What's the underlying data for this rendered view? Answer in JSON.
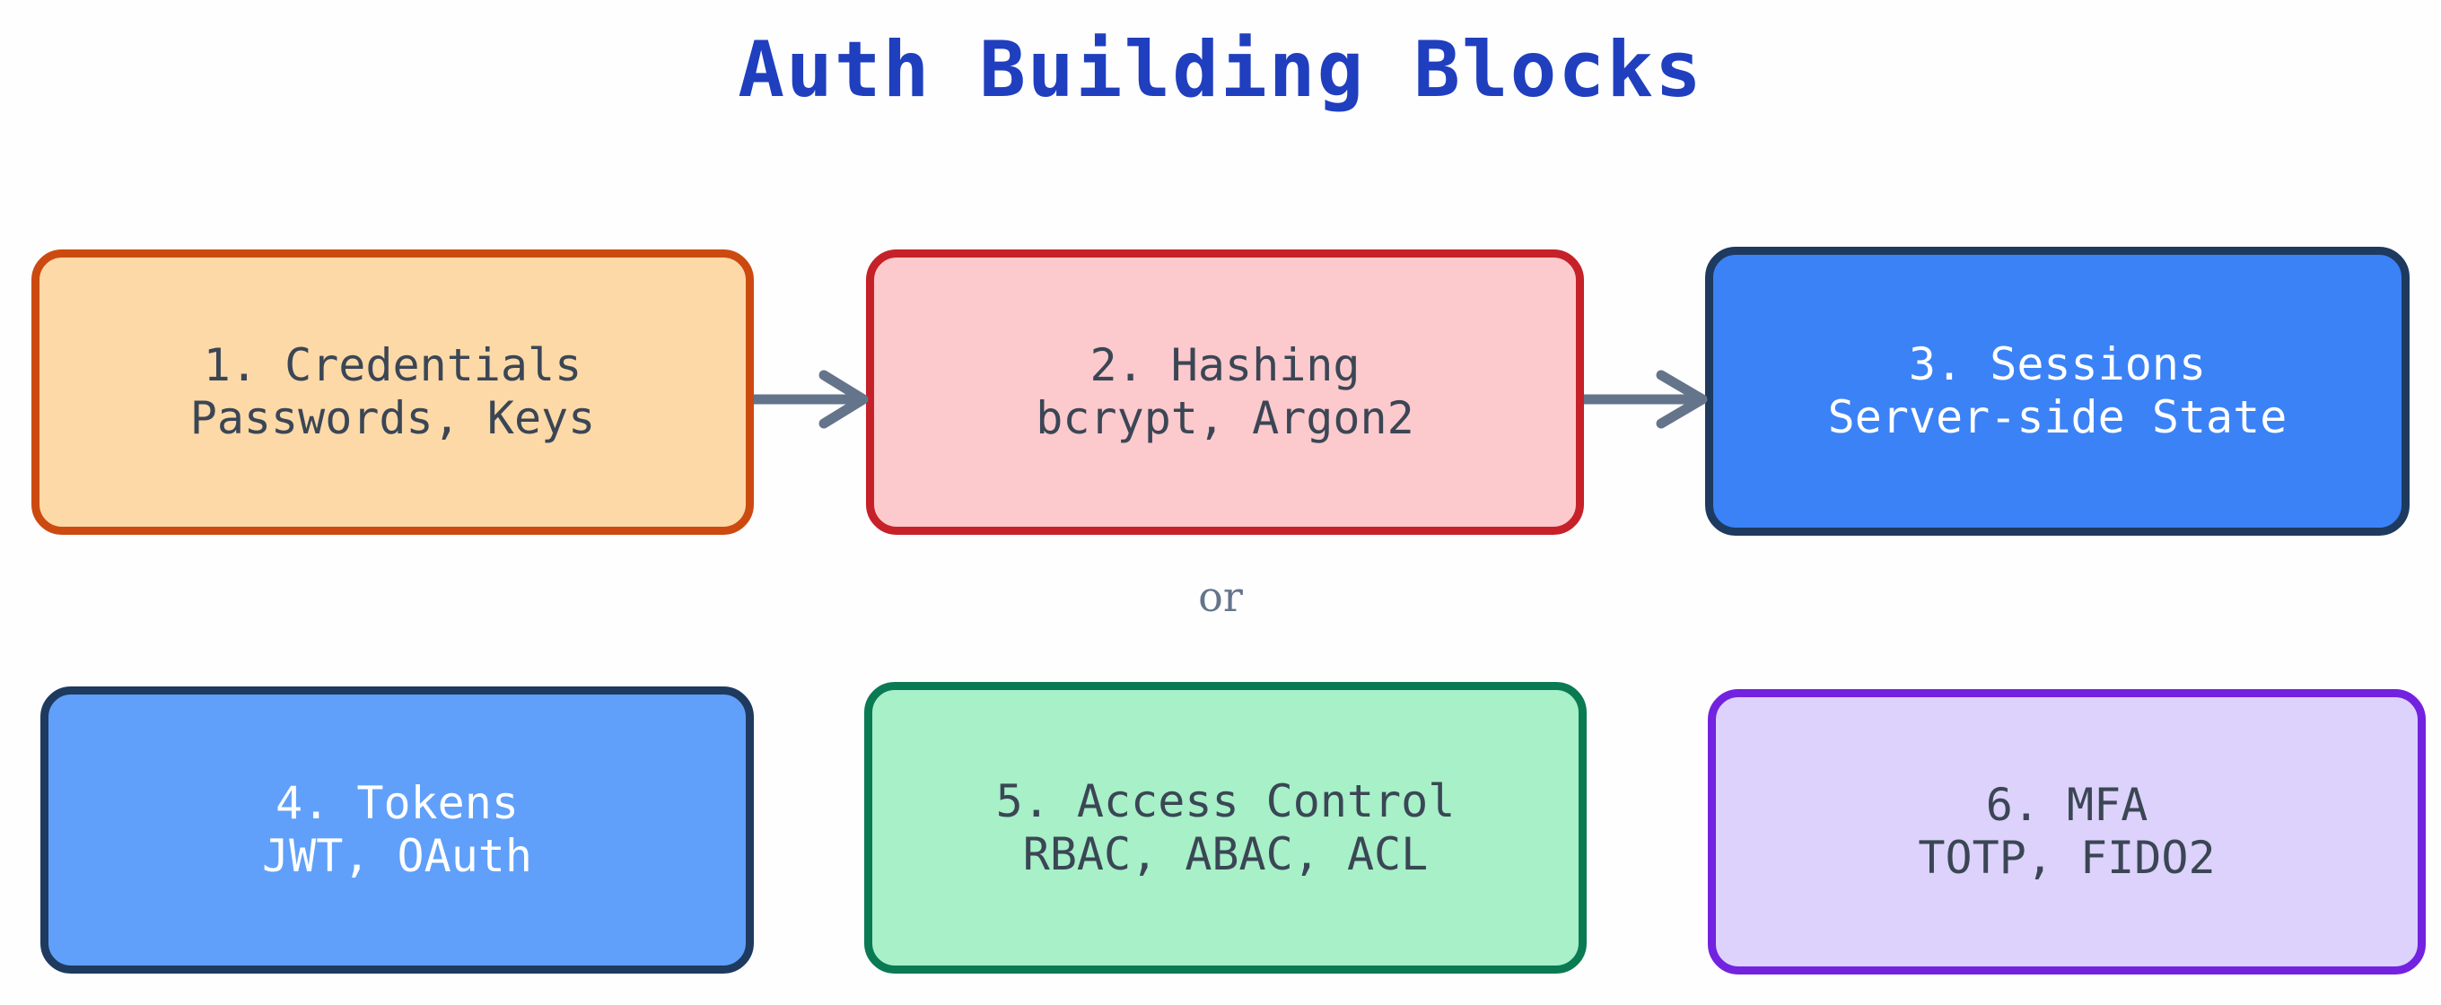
{
  "title": "Auth Building Blocks",
  "connector_label": "or",
  "colors": {
    "title": "#1f3fbf",
    "arrow": "#64748b",
    "connector_label": "#64748b",
    "background": "#fefeff",
    "dark_text": "#3b4655",
    "light_text": "#ffffff"
  },
  "nodes": [
    {
      "id": 1,
      "line1": "1. Credentials",
      "line2": "Passwords, Keys",
      "fill": "#fdd9a8",
      "stroke": "#cc4a10",
      "text": "#3b4655"
    },
    {
      "id": 2,
      "line1": "2. Hashing",
      "line2": "bcrypt, Argon2",
      "fill": "#fcc9cc",
      "stroke": "#c62128",
      "text": "#3b4655"
    },
    {
      "id": 3,
      "line1": "3. Sessions",
      "line2": "Server-side State",
      "fill": "#3b82f6",
      "stroke": "#1e3a5f",
      "text": "#ffffff"
    },
    {
      "id": 4,
      "line1": "4. Tokens",
      "line2": "JWT, OAuth",
      "fill": "#60a0fa",
      "stroke": "#1e3a5f",
      "text": "#ffffff"
    },
    {
      "id": 5,
      "line1": "5. Access Control",
      "line2": "RBAC, ABAC, ACL",
      "fill": "#a7f0c8",
      "stroke": "#0a7a53",
      "text": "#3b4655"
    },
    {
      "id": 6,
      "line1": "6. MFA",
      "line2": "TOTP, FIDO2",
      "fill": "#dcd2fb",
      "stroke": "#7322e0",
      "text": "#3b4655"
    }
  ],
  "arrows": [
    {
      "id": 1,
      "from": "1. Credentials",
      "to": "2. Hashing"
    },
    {
      "id": 2,
      "from": "2. Hashing",
      "to": "3. Sessions"
    }
  ]
}
